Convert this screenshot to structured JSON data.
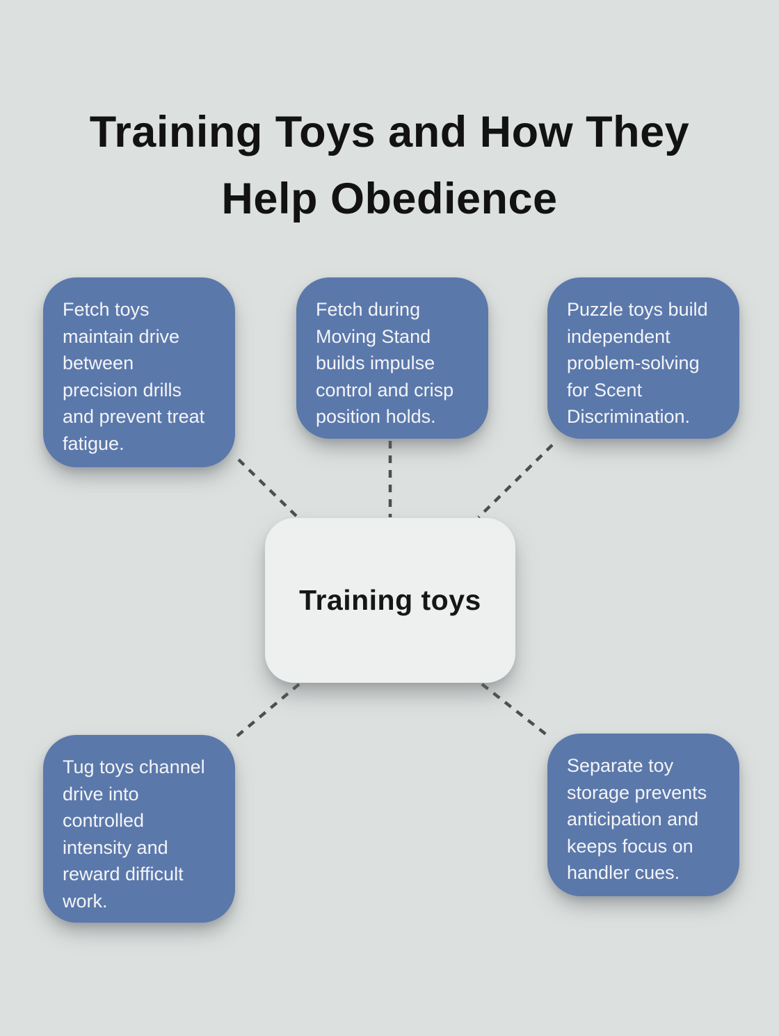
{
  "title": "Training Toys and How They Help Obedience",
  "center": {
    "label": "Training toys"
  },
  "nodes": [
    {
      "id": "fetch-toys",
      "position": "top-left",
      "text": "Fetch toys\nmaintain drive\nbetween\nprecision drills\nand prevent treat\nfatigue."
    },
    {
      "id": "fetch-moving-stand",
      "position": "top-middle",
      "text": "Fetch during\nMoving Stand\nbuilds impulse\ncontrol and crisp\nposition holds."
    },
    {
      "id": "puzzle-toys",
      "position": "top-right",
      "text": "Puzzle toys build\nindependent\nproblem-solving\nfor Scent\nDiscrimination."
    },
    {
      "id": "tug-toys",
      "position": "bottom-left",
      "text": "Tug toys channel\ndrive into\ncontrolled\nintensity and\nreward difficult\nwork."
    },
    {
      "id": "toy-storage",
      "position": "bottom-right",
      "text": "Separate toy\nstorage prevents\nanticipation and\nkeeps focus on\nhandler cues."
    }
  ],
  "colors": {
    "background": "#dce0de",
    "node_fill": "#5b78ab",
    "node_text": "#f3f5f7",
    "center_fill": "#eef0ef",
    "title_text": "#121212",
    "connector": "#4b4f4d"
  }
}
